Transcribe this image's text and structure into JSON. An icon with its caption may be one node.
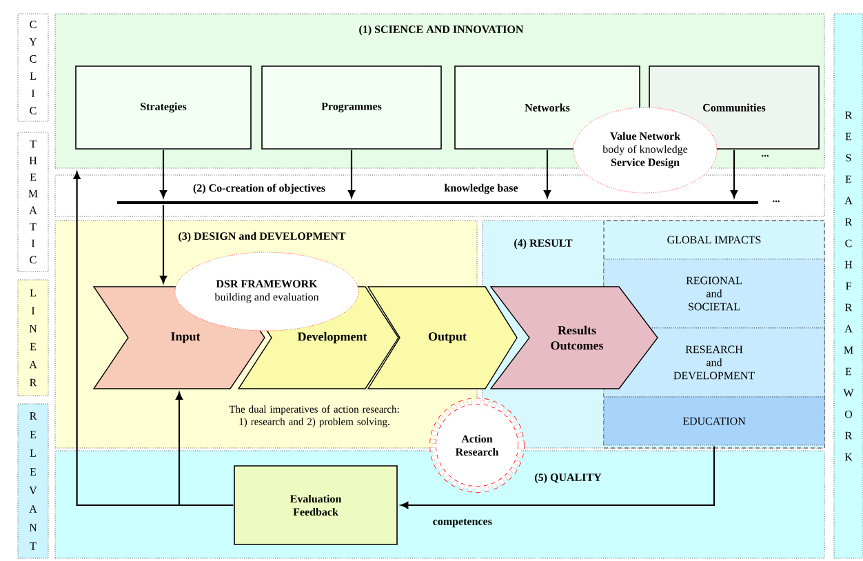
{
  "diagram": {
    "nodes": [
      {
        "text": [
          "CYCLIC"
        ]
      },
      {
        "text": [
          "THEMATIC"
        ]
      },
      {
        "text": [
          "LINEAR"
        ]
      },
      {
        "text": [
          "RELEVANT"
        ]
      },
      {
        "text": [
          "RESEARCH FRAMEWORK"
        ]
      },
      {
        "text": [
          "(1) SCIENCE AND INNOVATION"
        ]
      },
      {
        "text": [
          "Strategies"
        ],
        "in": 5
      },
      {
        "text": [
          "Programmes"
        ],
        "in": 5
      },
      {
        "text": [
          "Networks"
        ],
        "in": 5
      },
      {
        "text": [
          "Communities"
        ],
        "in": 5,
        "beside": [
          "..."
        ]
      },
      {
        "text": [
          "Value Network",
          "body of knowledge",
          "Service Design"
        ]
      },
      {
        "text": [
          "(2) Co-creation of objectives",
          "knowledge base"
        ]
      },
      {
        "text": [],
        "shape": "bar",
        "in": 11
      },
      {
        "text": [
          "(3) DESIGN and DEVELOPMENT"
        ]
      },
      {
        "text": [
          "DSR FRAMEWORK",
          "building and evaluation"
        ],
        "in": 13
      },
      {
        "text": [
          "Input"
        ],
        "in": 13
      },
      {
        "text": [
          "Development"
        ],
        "in": 13
      },
      {
        "text": [
          "Output"
        ]
      },
      {
        "text": [
          "(4) RESULT"
        ]
      },
      {
        "text": [
          "GLOBAL IMPACTS"
        ],
        "in": 18
      },
      {
        "text": [
          "REGIONAL and SOCIETAL"
        ],
        "in": 19
      },
      {
        "text": [
          "RESEARCH and DEVELOPMENT"
        ],
        "in": 19
      },
      {
        "text": [
          "EDUCATION"
        ],
        "in": 19
      },
      {
        "text": [
          "Results Outcomes"
        ],
        "in": 18
      },
      {
        "text": [
          "Action Research"
        ]
      },
      {
        "text": [
          "(5) QUALITY"
        ]
      },
      {
        "text": [
          "Evaluation Feedback"
        ],
        "in": 25
      }
    ],
    "edges": [
      {
        "from": 6,
        "to": 12,
        "arrow": "to"
      },
      {
        "from": 7,
        "to": 12,
        "arrow": "to"
      },
      {
        "from": 8,
        "to": 12,
        "arrow": "to"
      },
      {
        "from": 9,
        "to": 12,
        "arrow": "to"
      },
      {
        "from": 12,
        "to": 15,
        "arrow": "to"
      },
      {
        "from": 22,
        "to": 26,
        "arrow": "to",
        "label": "competences"
      },
      {
        "from": 26,
        "to": 15,
        "arrow": "to"
      },
      {
        "from": 26,
        "to": 5,
        "arrow": "to"
      }
    ],
    "labels": [
      "...",
      "The dual imperatives of action research: 1) research and 2) problem solving."
    ]
  }
}
